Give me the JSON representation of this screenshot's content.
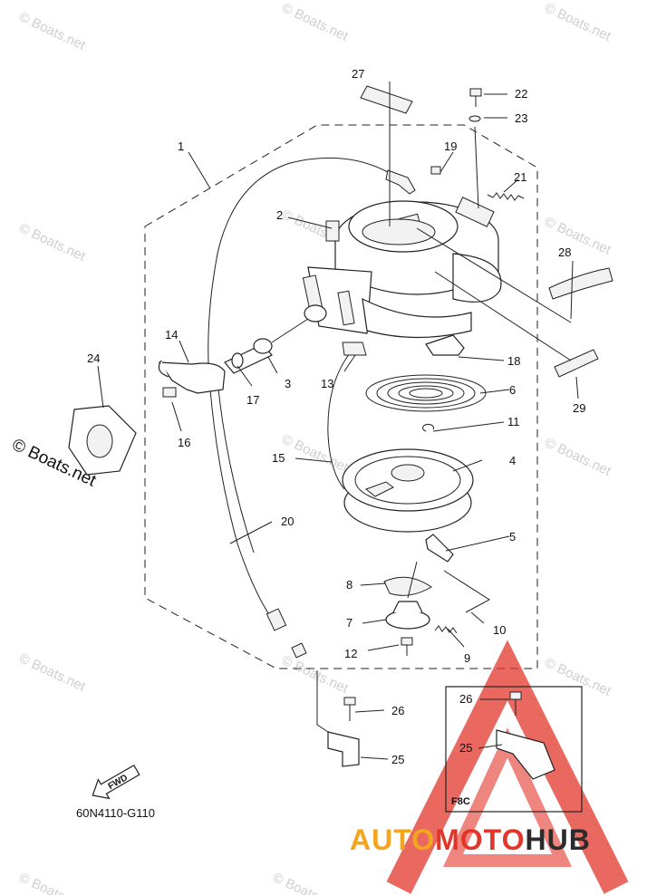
{
  "watermark_text": "© Boats.net",
  "diagram_code": "60N4110-G110",
  "fwd_label": "FWD",
  "inset_label": "F8C",
  "brand": {
    "part1": "AUTO",
    "part2": "MOTO",
    "part3": "HUB"
  },
  "callouts": {
    "c1": "1",
    "c2": "2",
    "c3": "3",
    "c4": "4",
    "c5": "5",
    "c6": "6",
    "c7": "7",
    "c8": "8",
    "c9": "9",
    "c10": "10",
    "c11": "11",
    "c12": "12",
    "c13": "13",
    "c14": "14",
    "c15": "15",
    "c16": "16",
    "c17": "17",
    "c18": "18",
    "c19": "19",
    "c20": "20",
    "c21": "21",
    "c22": "22",
    "c23": "23",
    "c24": "24",
    "c25": "25",
    "c26": "26",
    "c27": "27",
    "c28": "28",
    "c29": "29",
    "inset26": "26",
    "inset25": "25"
  },
  "colors": {
    "brand_orange": "#f3a51f",
    "brand_red": "#e2362a",
    "brand_dark": "#2b2b2b",
    "watermark": "#cfcfcf"
  }
}
